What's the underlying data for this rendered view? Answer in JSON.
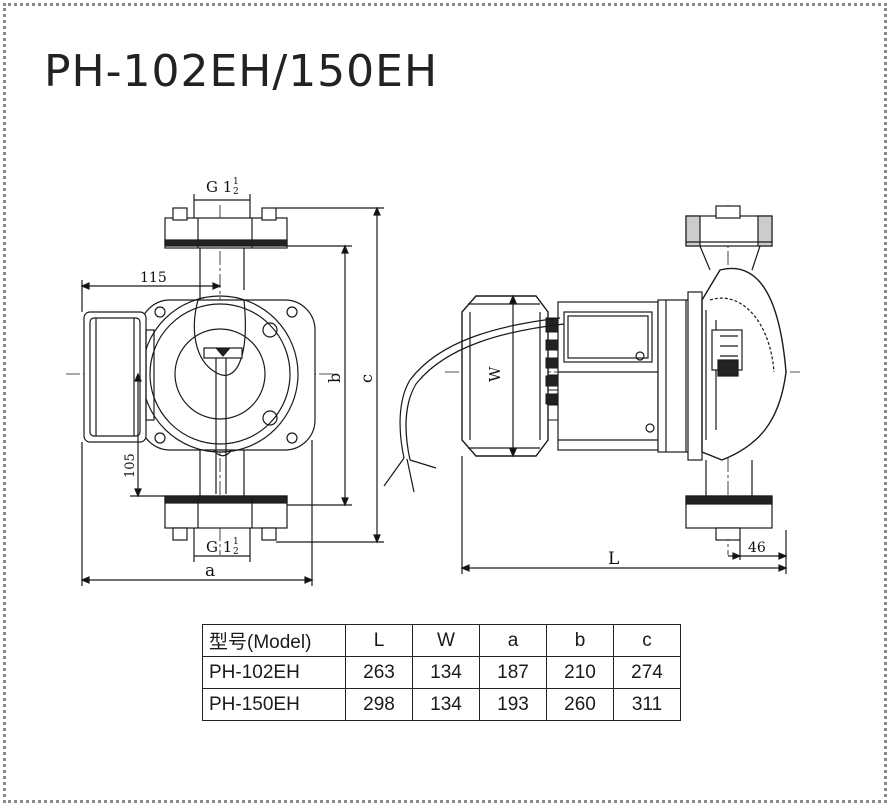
{
  "title": "PH-102EH/150EH",
  "front_view": {
    "thread_top": "G 1",
    "thread_bottom": "G 1",
    "thread_fraction_num": "1",
    "thread_fraction_den": "2",
    "dim_115": "115",
    "dim_105": "105",
    "dim_a": "a",
    "dim_b": "b",
    "dim_c": "c"
  },
  "side_view": {
    "dim_W": "W",
    "dim_L": "L",
    "dim_46": "46"
  },
  "table": {
    "headers": [
      "型号(Model)",
      "L",
      "W",
      "a",
      "b",
      "c"
    ],
    "rows": [
      [
        "PH-102EH",
        "263",
        "134",
        "187",
        "210",
        "274"
      ],
      [
        "PH-150EH",
        "298",
        "134",
        "193",
        "260",
        "311"
      ]
    ]
  }
}
